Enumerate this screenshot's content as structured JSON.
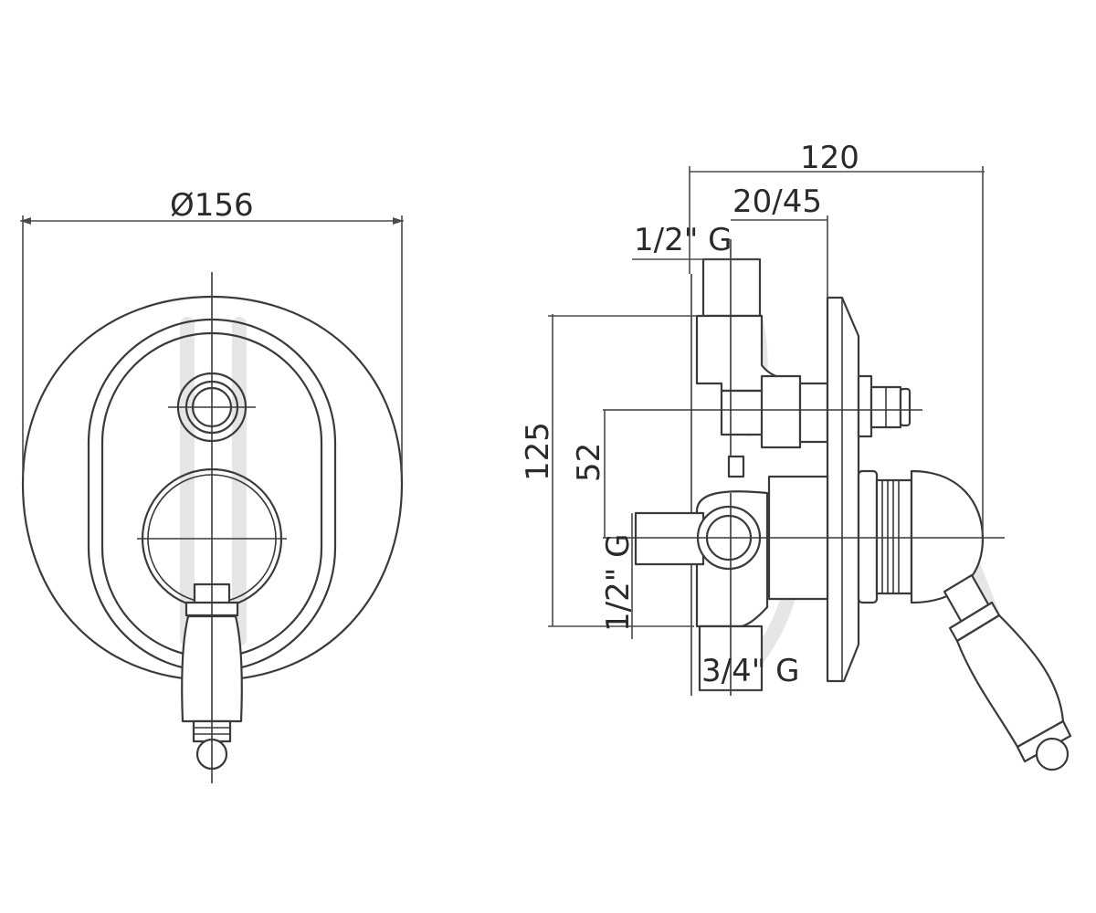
{
  "front_view": {
    "diameter_label": "Ø156"
  },
  "side_view": {
    "overall_depth_label": "120",
    "adjustable_depth_label": "20/45",
    "top_inlet_label": "1/2\" G",
    "height_label": "125",
    "center_offset_label": "52",
    "side_inlet_label": "1/2\" G",
    "bottom_outlet_label": "3/4\" G"
  },
  "colors": {
    "line": "#3a3a3a",
    "ghost": "#e6e6e6",
    "background": "#ffffff"
  }
}
